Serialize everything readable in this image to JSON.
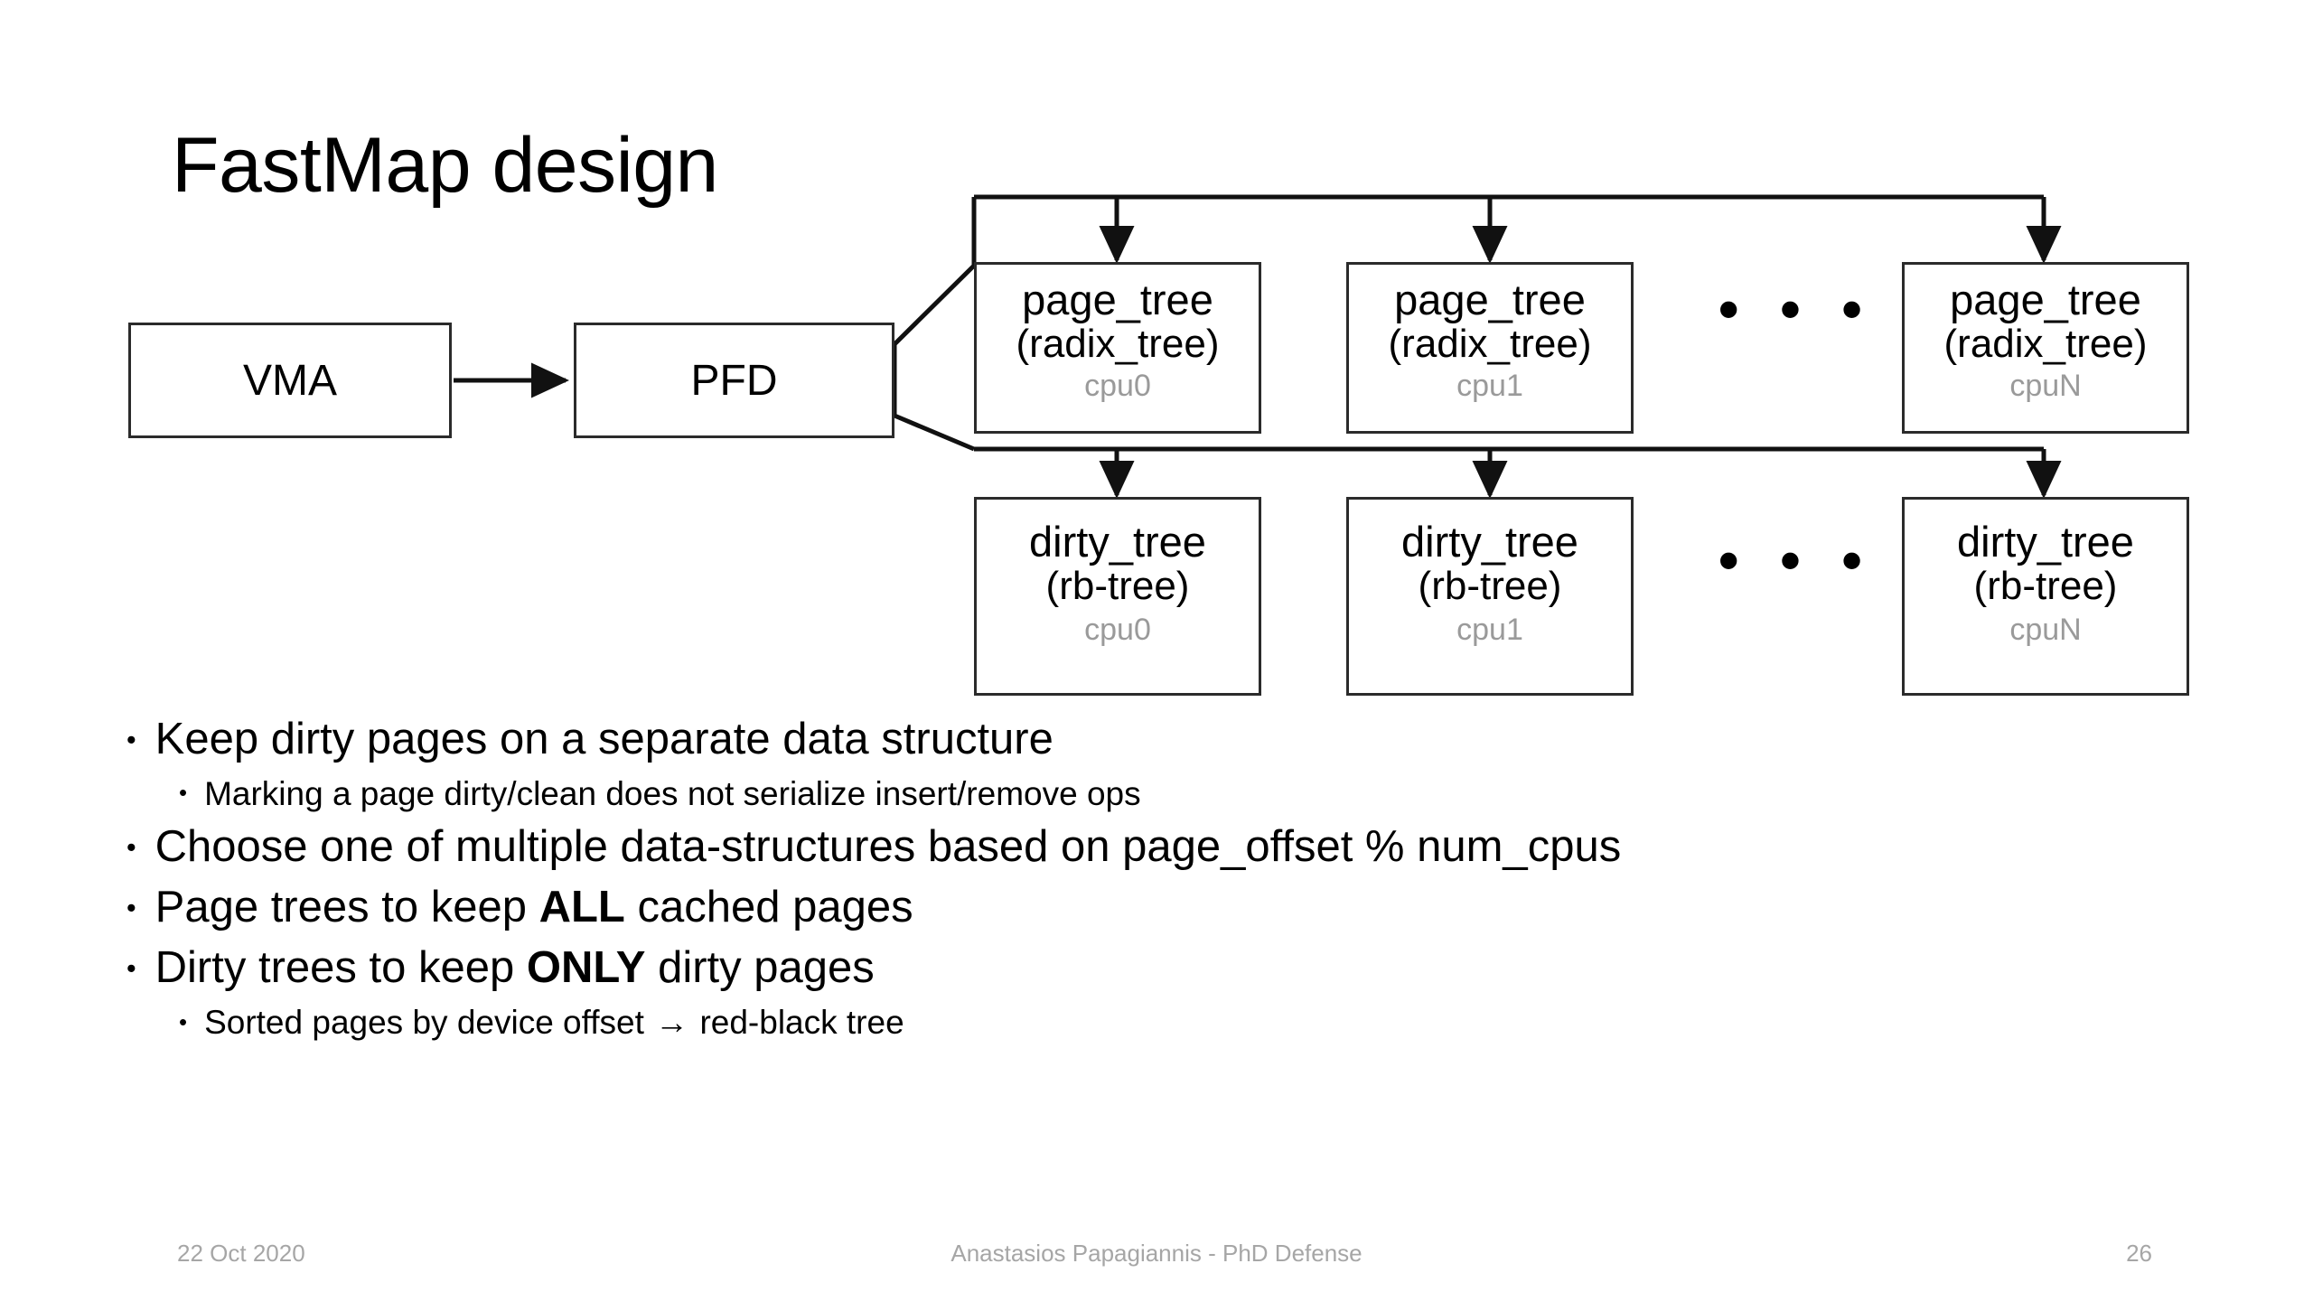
{
  "slide": {
    "title": "FastMap design",
    "background_color": "#ffffff",
    "text_color": "#000000",
    "muted_color": "#9a9a9a"
  },
  "diagram": {
    "vma": {
      "label": "VMA"
    },
    "pfd": {
      "label": "PFD"
    },
    "ellipsis": "• • •",
    "page_trees": [
      {
        "title": "page_tree",
        "subtitle": "(radix_tree)",
        "cpu": "cpu0"
      },
      {
        "title": "page_tree",
        "subtitle": "(radix_tree)",
        "cpu": "cpu1"
      },
      {
        "title": "page_tree",
        "subtitle": "(radix_tree)",
        "cpu": "cpuN"
      }
    ],
    "dirty_trees": [
      {
        "title": "dirty_tree",
        "subtitle": "(rb-tree)",
        "cpu": "cpu0"
      },
      {
        "title": "dirty_tree",
        "subtitle": "(rb-tree)",
        "cpu": "cpu1"
      },
      {
        "title": "dirty_tree",
        "subtitle": "(rb-tree)",
        "cpu": "cpuN"
      }
    ]
  },
  "bullets": [
    {
      "level": 1,
      "marker": "•",
      "parts": [
        {
          "text": "Keep dirty pages on a separate data structure",
          "bold": false
        }
      ]
    },
    {
      "level": 2,
      "marker": "•",
      "parts": [
        {
          "text": "Marking a page dirty/clean does not serialize insert/remove ops",
          "bold": false
        }
      ]
    },
    {
      "level": 1,
      "marker": "•",
      "parts": [
        {
          "text": "Choose one of multiple data-structures based on page_offset % num_cpus",
          "bold": false
        }
      ]
    },
    {
      "level": 1,
      "marker": "•",
      "parts": [
        {
          "text": "Page trees to keep ",
          "bold": false
        },
        {
          "text": "ALL",
          "bold": true
        },
        {
          "text": " cached pages",
          "bold": false
        }
      ]
    },
    {
      "level": 1,
      "marker": "•",
      "parts": [
        {
          "text": "Dirty trees to keep ",
          "bold": false
        },
        {
          "text": "ONLY",
          "bold": true
        },
        {
          "text": " dirty pages",
          "bold": false
        }
      ]
    },
    {
      "level": 2,
      "marker": "•",
      "parts": [
        {
          "text": "Sorted pages by device offset ",
          "bold": false
        },
        {
          "text": "→",
          "bold": true
        },
        {
          "text": " red-black tree",
          "bold": false
        }
      ]
    }
  ],
  "footer": {
    "date": "22 Oct 2020",
    "center": "Anastasios Papagiannis - PhD Defense",
    "page_number": "26"
  }
}
